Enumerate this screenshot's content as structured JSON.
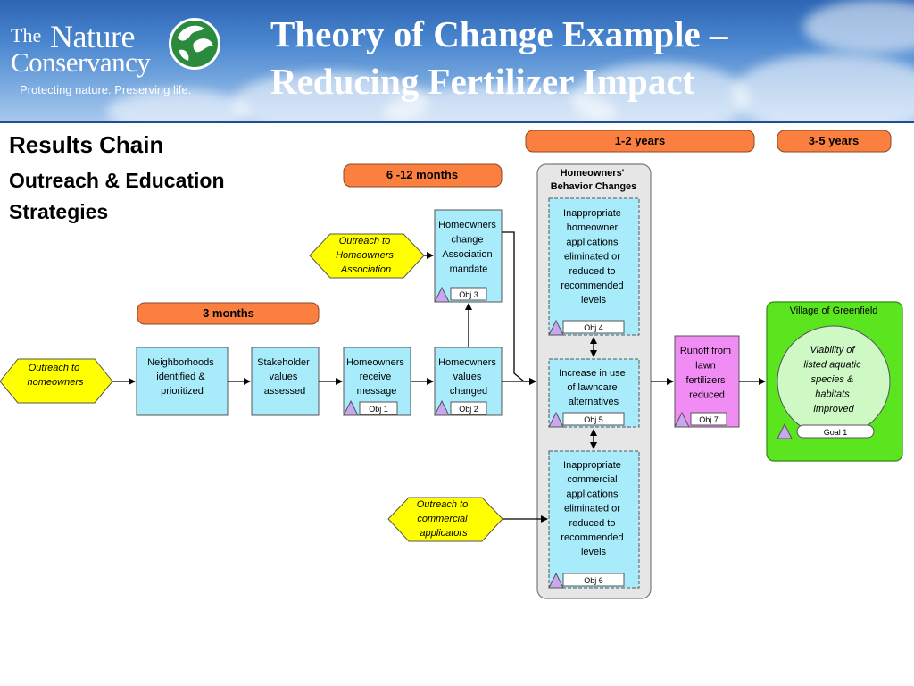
{
  "header": {
    "logo": {
      "the": "The",
      "nature": "Nature",
      "conservancy": "Conservancy",
      "tagline": "Protecting nature. Preserving life."
    },
    "title_line1": "Theory of Change Example –",
    "title_line2": "Reducing Fertilizer Impact"
  },
  "page": {
    "heading": "Results Chain",
    "subheading_line1": "Outreach & Education",
    "subheading_line2": "Strategies"
  },
  "timeline": {
    "t_1_2_years": "1-2 years",
    "t_3_5_years": "3-5 years",
    "t_6_12_months": "6 -12 months",
    "t_3_months": "3 months"
  },
  "strategies": {
    "homeowners": [
      "Outreach to",
      "homeowners"
    ],
    "association": [
      "Outreach to",
      "Homeowners",
      "Association"
    ],
    "commercial": [
      "Outreach to",
      "commercial",
      "applicators"
    ]
  },
  "results": {
    "neighborhoods": [
      "Neighborhoods",
      "identified &",
      "prioritized"
    ],
    "stakeholder": [
      "Stakeholder",
      "values",
      "assessed"
    ],
    "receive": [
      "Homeowners",
      "receive",
      "message"
    ],
    "values_changed": [
      "Homeowners",
      "values",
      "changed"
    ],
    "mandate": [
      "Homeowners",
      "change",
      "Association",
      "mandate"
    ],
    "behavior_group": [
      "Homeowners'",
      "Behavior Changes"
    ],
    "homeowner_apps": [
      "Inappropriate",
      "homeowner",
      "applications",
      "eliminated or",
      "reduced to",
      "recommended",
      "levels"
    ],
    "lawncare": [
      "Increase in use",
      "of lawncare",
      "alternatives"
    ],
    "commercial_apps": [
      "Inappropriate",
      "commercial",
      "applications",
      "eliminated or",
      "reduced to",
      "recommended",
      "levels"
    ],
    "runoff": [
      "Runoff from",
      "lawn",
      "fertilizers",
      "reduced"
    ]
  },
  "target": {
    "scope": "Village of Greenfield",
    "viability": [
      "Viability of",
      "listed aquatic",
      "species &",
      "habitats",
      "improved"
    ]
  },
  "tags": {
    "obj1": "Obj 1",
    "obj2": "Obj 2",
    "obj3": "Obj 3",
    "obj4": "Obj 4",
    "obj5": "Obj 5",
    "obj6": "Obj 6",
    "obj7": "Obj 7",
    "goal1": "Goal 1"
  },
  "colors": {
    "timeline_fill": "#fb8040",
    "strategy_fill": "#ffff00",
    "result_fill": "#a8ecfc",
    "runoff_fill": "#f08cf4",
    "target_fill": "#5ae51f",
    "target_inner": "#cef8c4",
    "group_fill": "#e6e6e6",
    "triangle_fill": "#c9a6ee"
  }
}
